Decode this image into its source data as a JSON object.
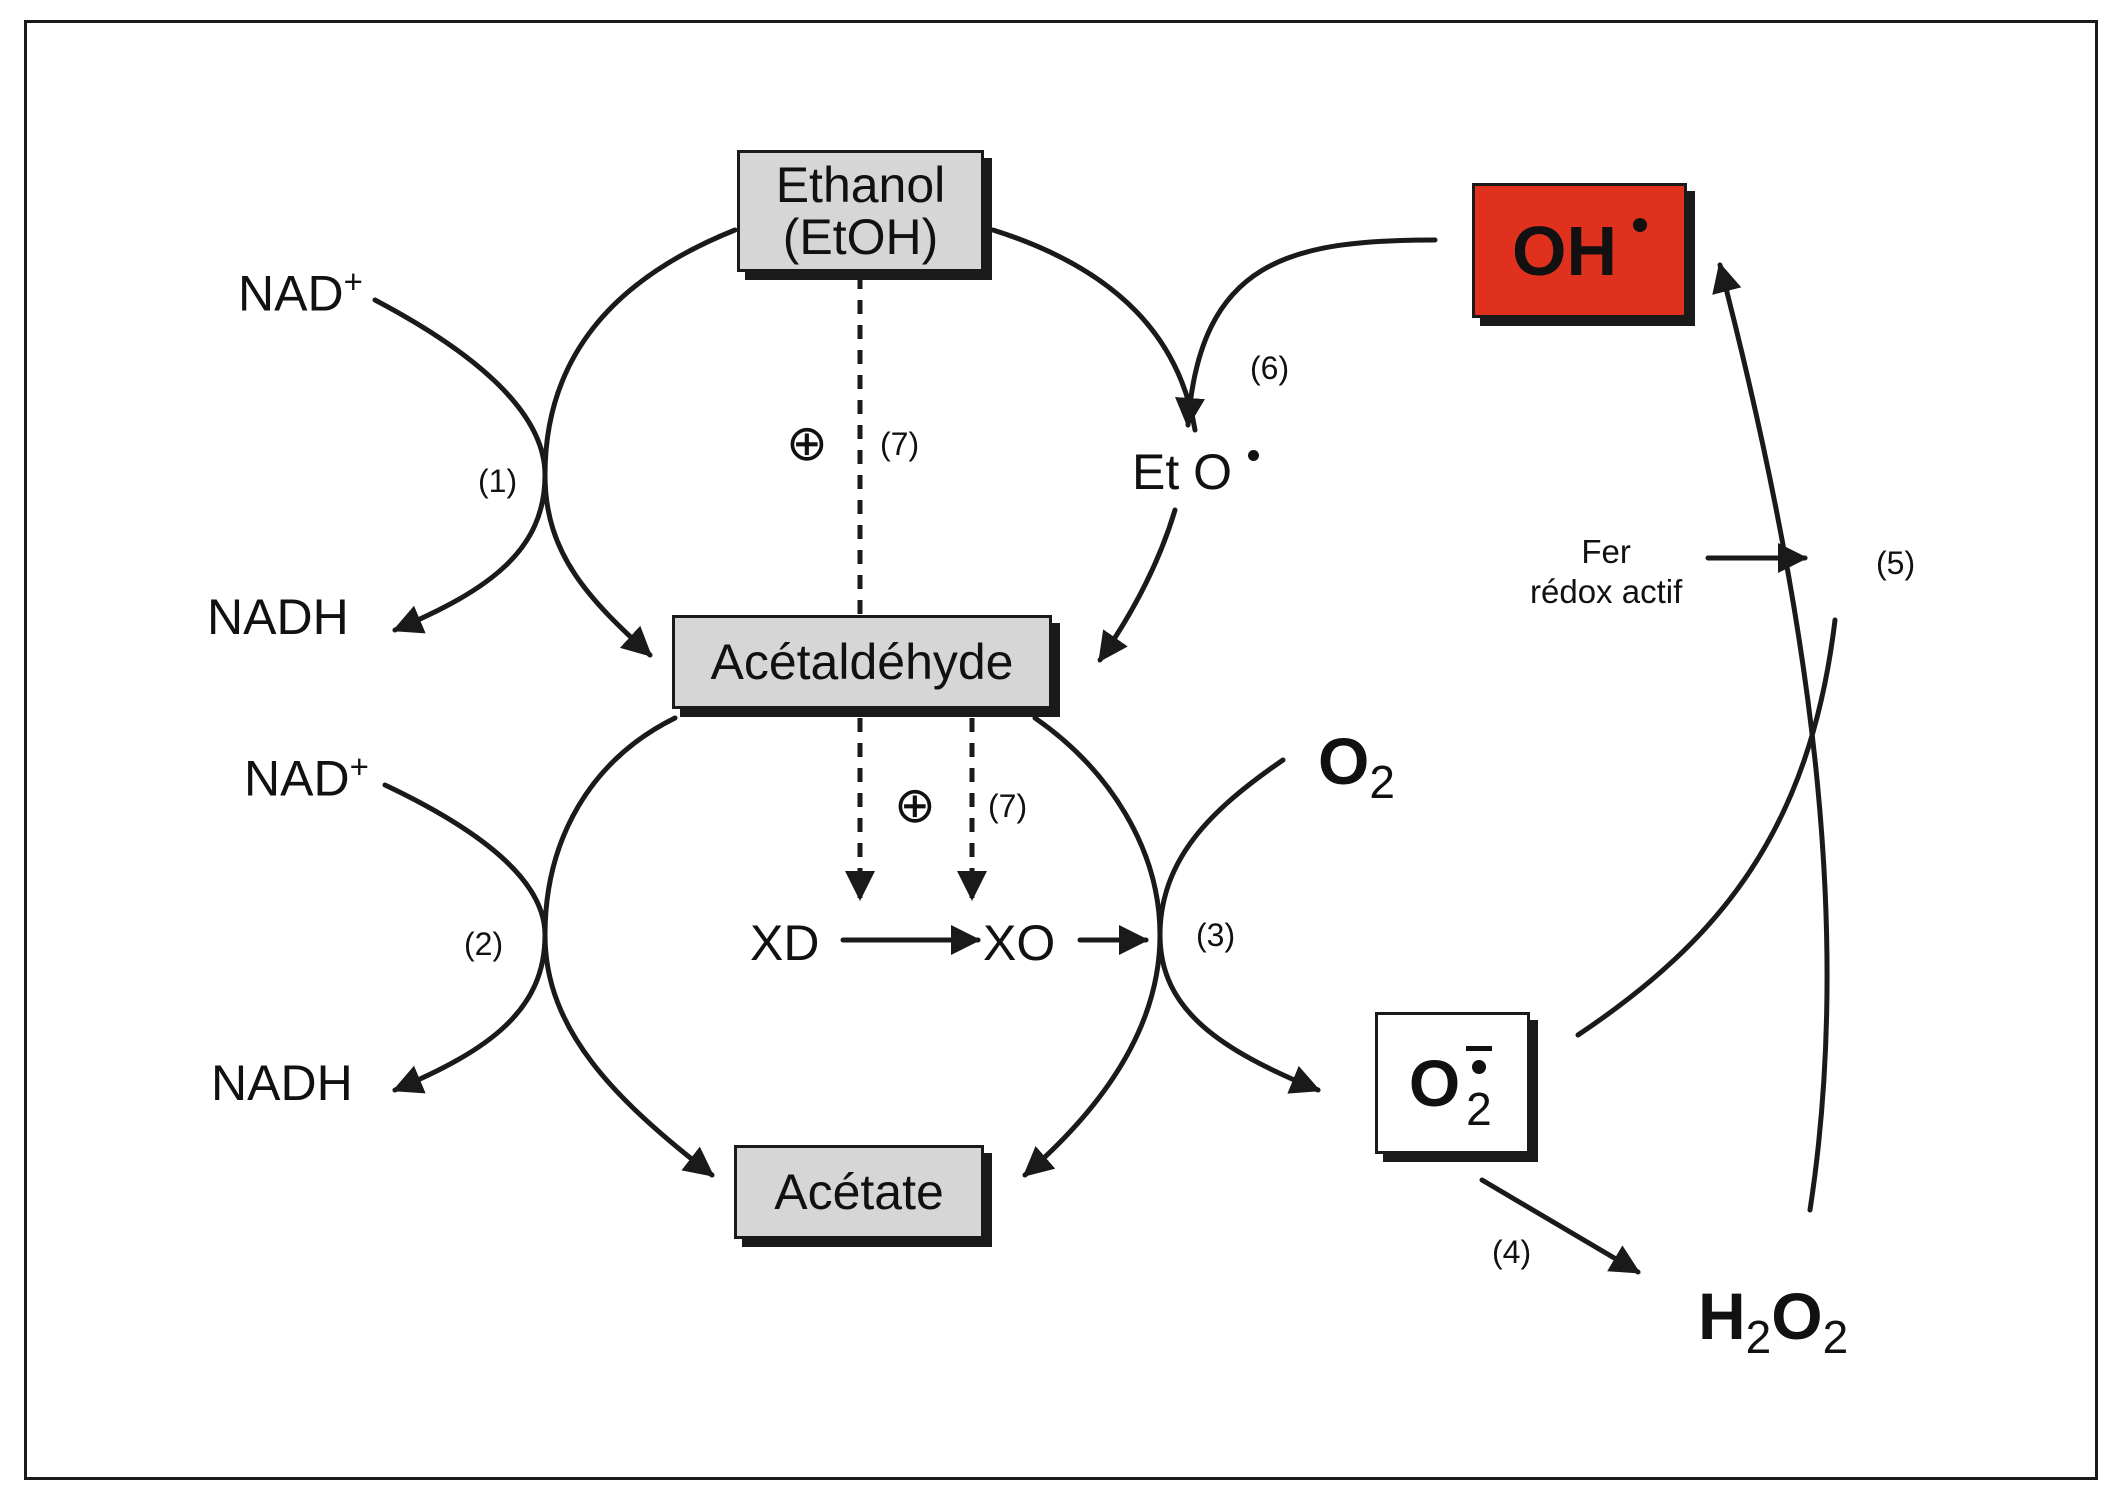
{
  "nodes": {
    "ethanol": {
      "line1": "Ethanol",
      "line2": "(EtOH)"
    },
    "acetaldehyde": "Acétaldéhyde",
    "acetate": "Acétate",
    "oh_radical": "OH",
    "superoxide": {
      "base": "O",
      "sub": "2"
    },
    "h2o2": {
      "h": "H",
      "sub1": "2",
      "o": "O",
      "sub2": "2"
    },
    "oxygen": {
      "base": "O",
      "sub": "2"
    },
    "eto_radical": "Et O",
    "xd": "XD",
    "xo": "XO"
  },
  "cofactors": {
    "nad_top": {
      "base": "NAD",
      "sup": "+"
    },
    "nadh_top": "NADH",
    "nad_bottom": {
      "base": "NAD",
      "sup": "+"
    },
    "nadh_bottom": "NADH"
  },
  "reactions": {
    "r1": "(1)",
    "r2": "(2)",
    "r3": "(3)",
    "r4": "(4)",
    "r5": "(5)",
    "r6": "(6)",
    "r7_top": "(7)",
    "r7_bottom": "(7)"
  },
  "activation_symbol": "⊕",
  "iron_label": {
    "line1": "Fer",
    "line2": "rédox actif"
  },
  "colors": {
    "oh_box": "#e0301e",
    "substrate_box": "#d6d6d6",
    "line": "#1a1a1a"
  }
}
